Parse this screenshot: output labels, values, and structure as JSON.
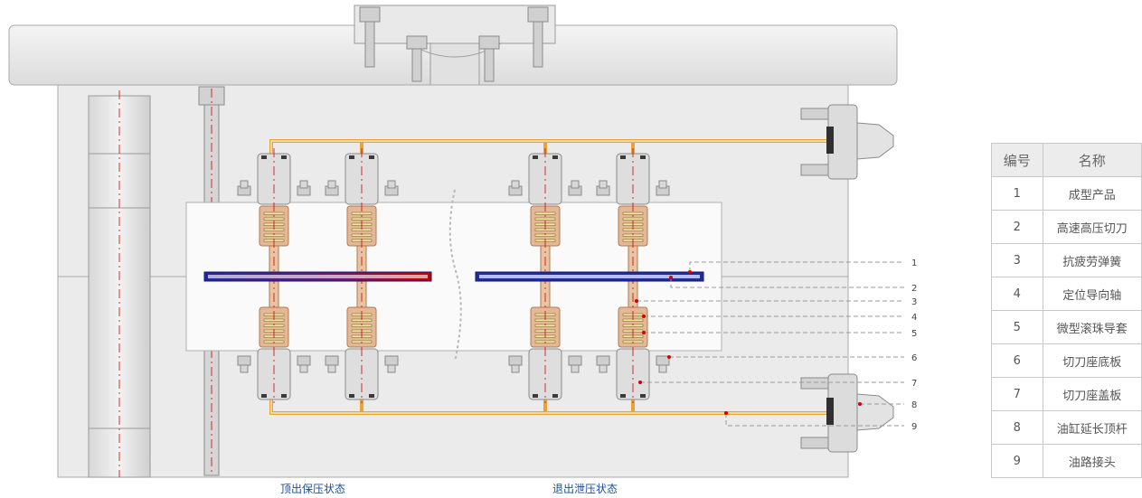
{
  "labels": {
    "left_state": "顶出保压状态",
    "right_state": "退出泄压状态"
  },
  "callout_numbers": [
    "1",
    "2",
    "3",
    "4",
    "5",
    "6",
    "7",
    "8",
    "9"
  ],
  "legend": {
    "header_number": "编号",
    "header_name": "名称",
    "rows": [
      {
        "no": "1",
        "name": "成型产品"
      },
      {
        "no": "2",
        "name": "高速高压切刀"
      },
      {
        "no": "3",
        "name": "抗疲劳弹簧"
      },
      {
        "no": "4",
        "name": "定位导向轴"
      },
      {
        "no": "5",
        "name": "微型滚珠导套"
      },
      {
        "no": "6",
        "name": "切刀座底板"
      },
      {
        "no": "7",
        "name": "切刀座盖板"
      },
      {
        "no": "8",
        "name": "油缸延长顶杆"
      },
      {
        "no": "9",
        "name": "油路接头"
      }
    ]
  },
  "colors": {
    "plate": "#e6e6e6",
    "outline": "#9a9a9a",
    "oil_line": "#e8a33a",
    "cutter_pressed": "#b00000",
    "cutter_released": "#1f2c9a",
    "spring_body": "#e4b896",
    "callout_dot": "#d40000"
  }
}
